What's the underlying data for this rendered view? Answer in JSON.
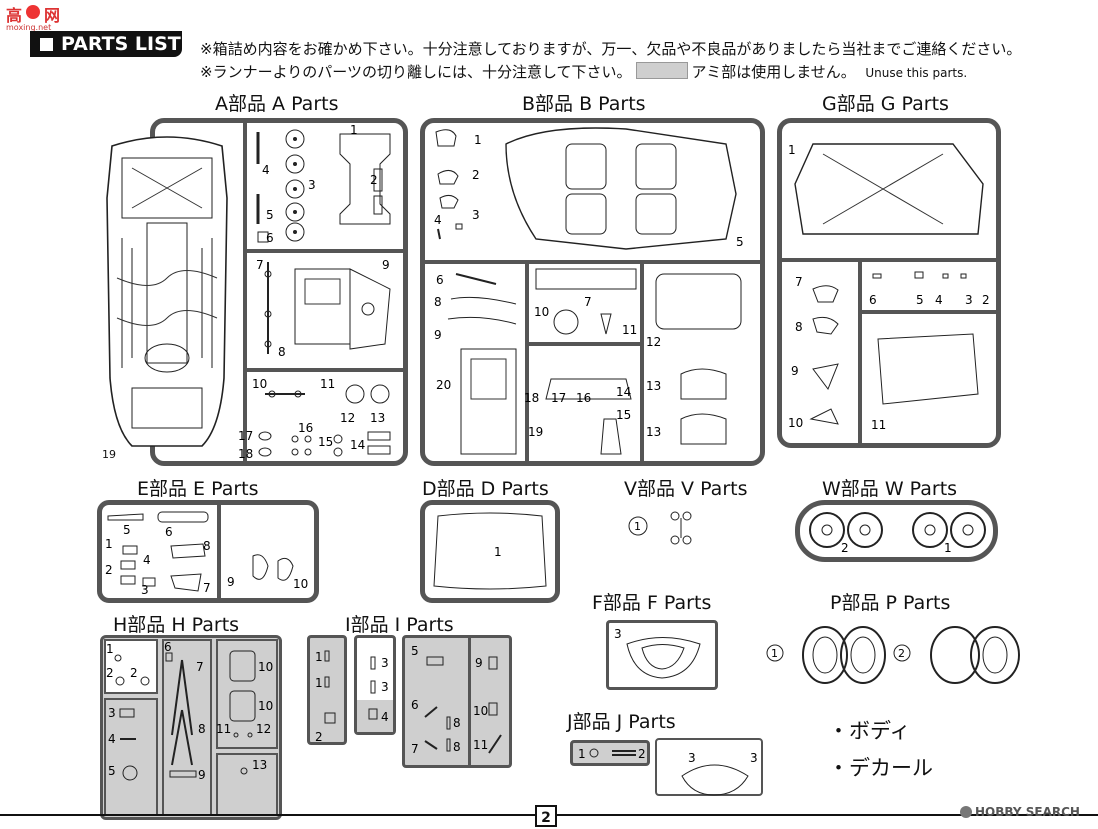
{
  "watermark_top": {
    "line1": "高",
    "line2": "网",
    "sub": "moxing.net"
  },
  "header": {
    "title": "PARTS LIST",
    "note1": "※箱詰め内容をお確かめ下さい。十分注意しておりますが、万一、欠品や不良品がありましたら当社までご連絡ください。",
    "note2a": "※ランナーよりのパーツの切り離しには、十分注意して下さい。",
    "note2b": "アミ部は使用しません。",
    "note2c": "Unuse this parts."
  },
  "sections": {
    "A": "A部品  A Parts",
    "B": "B部品  B Parts",
    "G": "G部品  G Parts",
    "E": "E部品  E Parts",
    "D": "D部品  D Parts",
    "V": "V部品  V Parts",
    "W": "W部品  W Parts",
    "F": "F部品  F Parts",
    "P": "P部品  P Parts",
    "H": "H部品  H Parts",
    "I": "I部品  I Parts",
    "J": "J部品  J Parts"
  },
  "extras": {
    "body": "・ボディ",
    "decal": "・デカール"
  },
  "page_number": "2",
  "watermark_bottom": "HOBBY SEARCH"
}
